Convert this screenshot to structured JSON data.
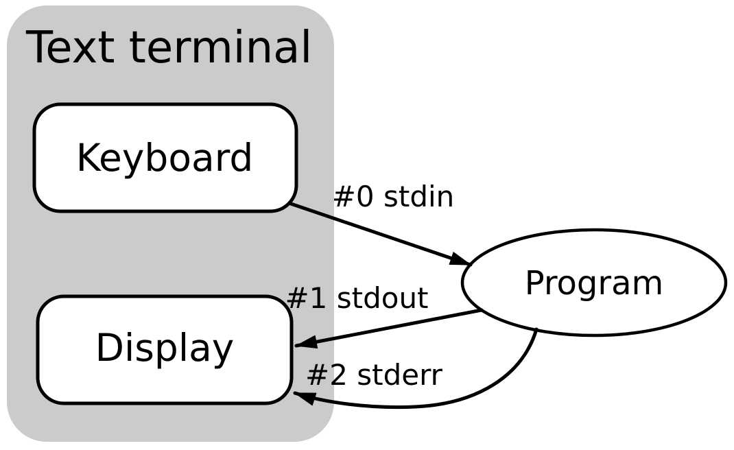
{
  "diagram": {
    "title": "Text terminal",
    "colors": {
      "background": "#ffffff",
      "terminal_fill": "#cbcbcb",
      "node_fill": "#ffffff",
      "stroke": "#000000"
    },
    "nodes": {
      "keyboard": {
        "label": "Keyboard"
      },
      "display": {
        "label": "Display"
      },
      "program": {
        "label": "Program"
      }
    },
    "edges": {
      "stdin": {
        "label": "#0 stdin"
      },
      "stdout": {
        "label": "#1 stdout"
      },
      "stderr": {
        "label": "#2 stderr"
      }
    }
  }
}
